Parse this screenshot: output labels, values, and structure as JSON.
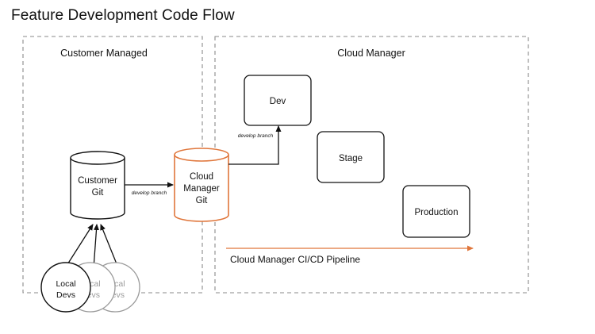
{
  "page_title": "Feature Development Code Flow",
  "regions": {
    "customer": {
      "label": "Customer Managed"
    },
    "cloud": {
      "label": "Cloud Manager"
    }
  },
  "nodes": {
    "customer_git": {
      "lines": [
        "Customer",
        "Git"
      ]
    },
    "cm_git": {
      "lines": [
        "Cloud",
        "Manager",
        "Git"
      ]
    },
    "dev": {
      "label": "Dev"
    },
    "stage": {
      "label": "Stage"
    },
    "production": {
      "label": "Production"
    },
    "local_devs": [
      {
        "lines": [
          "Local",
          "Devs"
        ]
      },
      {
        "lines": [
          "Local",
          "Devs"
        ]
      },
      {
        "lines": [
          "Local",
          "Devs"
        ]
      }
    ]
  },
  "edge_labels": {
    "git_to_cm": "develop branch",
    "cm_to_dev": "develop branch"
  },
  "pipeline": {
    "label": "Cloud Manager CI/CD Pipeline"
  },
  "colors": {
    "accent": "#e0763b",
    "stroke": "#111111",
    "dash": "#8a8a8a",
    "faded": "#9a9a9a"
  }
}
